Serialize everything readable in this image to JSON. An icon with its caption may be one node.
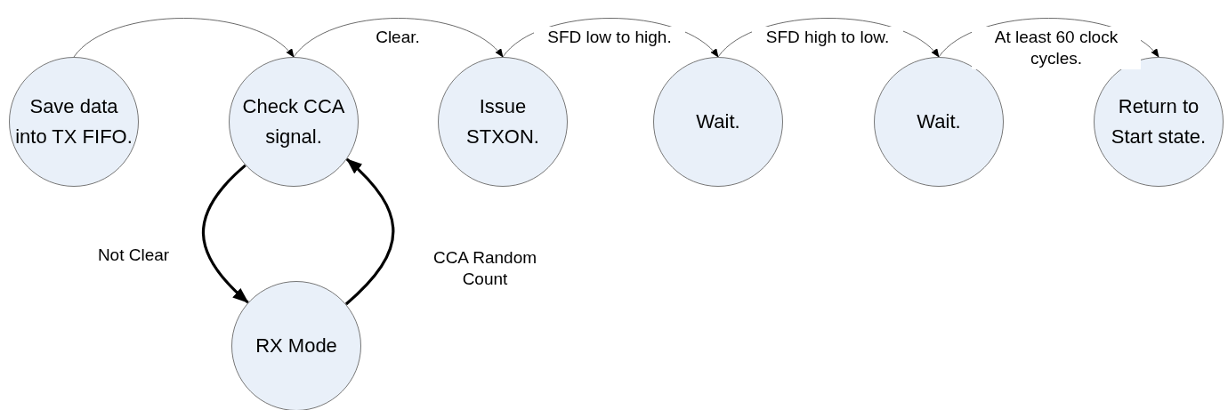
{
  "diagram": {
    "nodes": [
      {
        "text": [
          "Save data into TX FIFO."
        ]
      },
      {
        "text": [
          "Check CCA signal."
        ]
      },
      {
        "text": [
          "Issue STXON."
        ]
      },
      {
        "text": [
          "Wait."
        ]
      },
      {
        "text": [
          "Wait."
        ]
      },
      {
        "text": [
          "Return to Start state."
        ]
      },
      {
        "text": [
          "RX Mode"
        ]
      }
    ],
    "edges": [
      {
        "from": 0,
        "to": 1,
        "arrow": "to"
      },
      {
        "from": 1,
        "to": 2,
        "arrow": "to",
        "label": "Clear."
      },
      {
        "from": 2,
        "to": 3,
        "arrow": "to",
        "label": "SFD low to high."
      },
      {
        "from": 3,
        "to": 4,
        "arrow": "to",
        "label": "SFD high to low."
      },
      {
        "from": 4,
        "to": 5,
        "arrow": "to",
        "label": "At least 60 clock cycles."
      },
      {
        "from": 1,
        "to": 6,
        "arrow": "to",
        "label": "Not Clear",
        "style": "thick"
      },
      {
        "from": 6,
        "to": 1,
        "arrow": "to",
        "label": "CCA Random Count",
        "style": "thick"
      }
    ]
  }
}
